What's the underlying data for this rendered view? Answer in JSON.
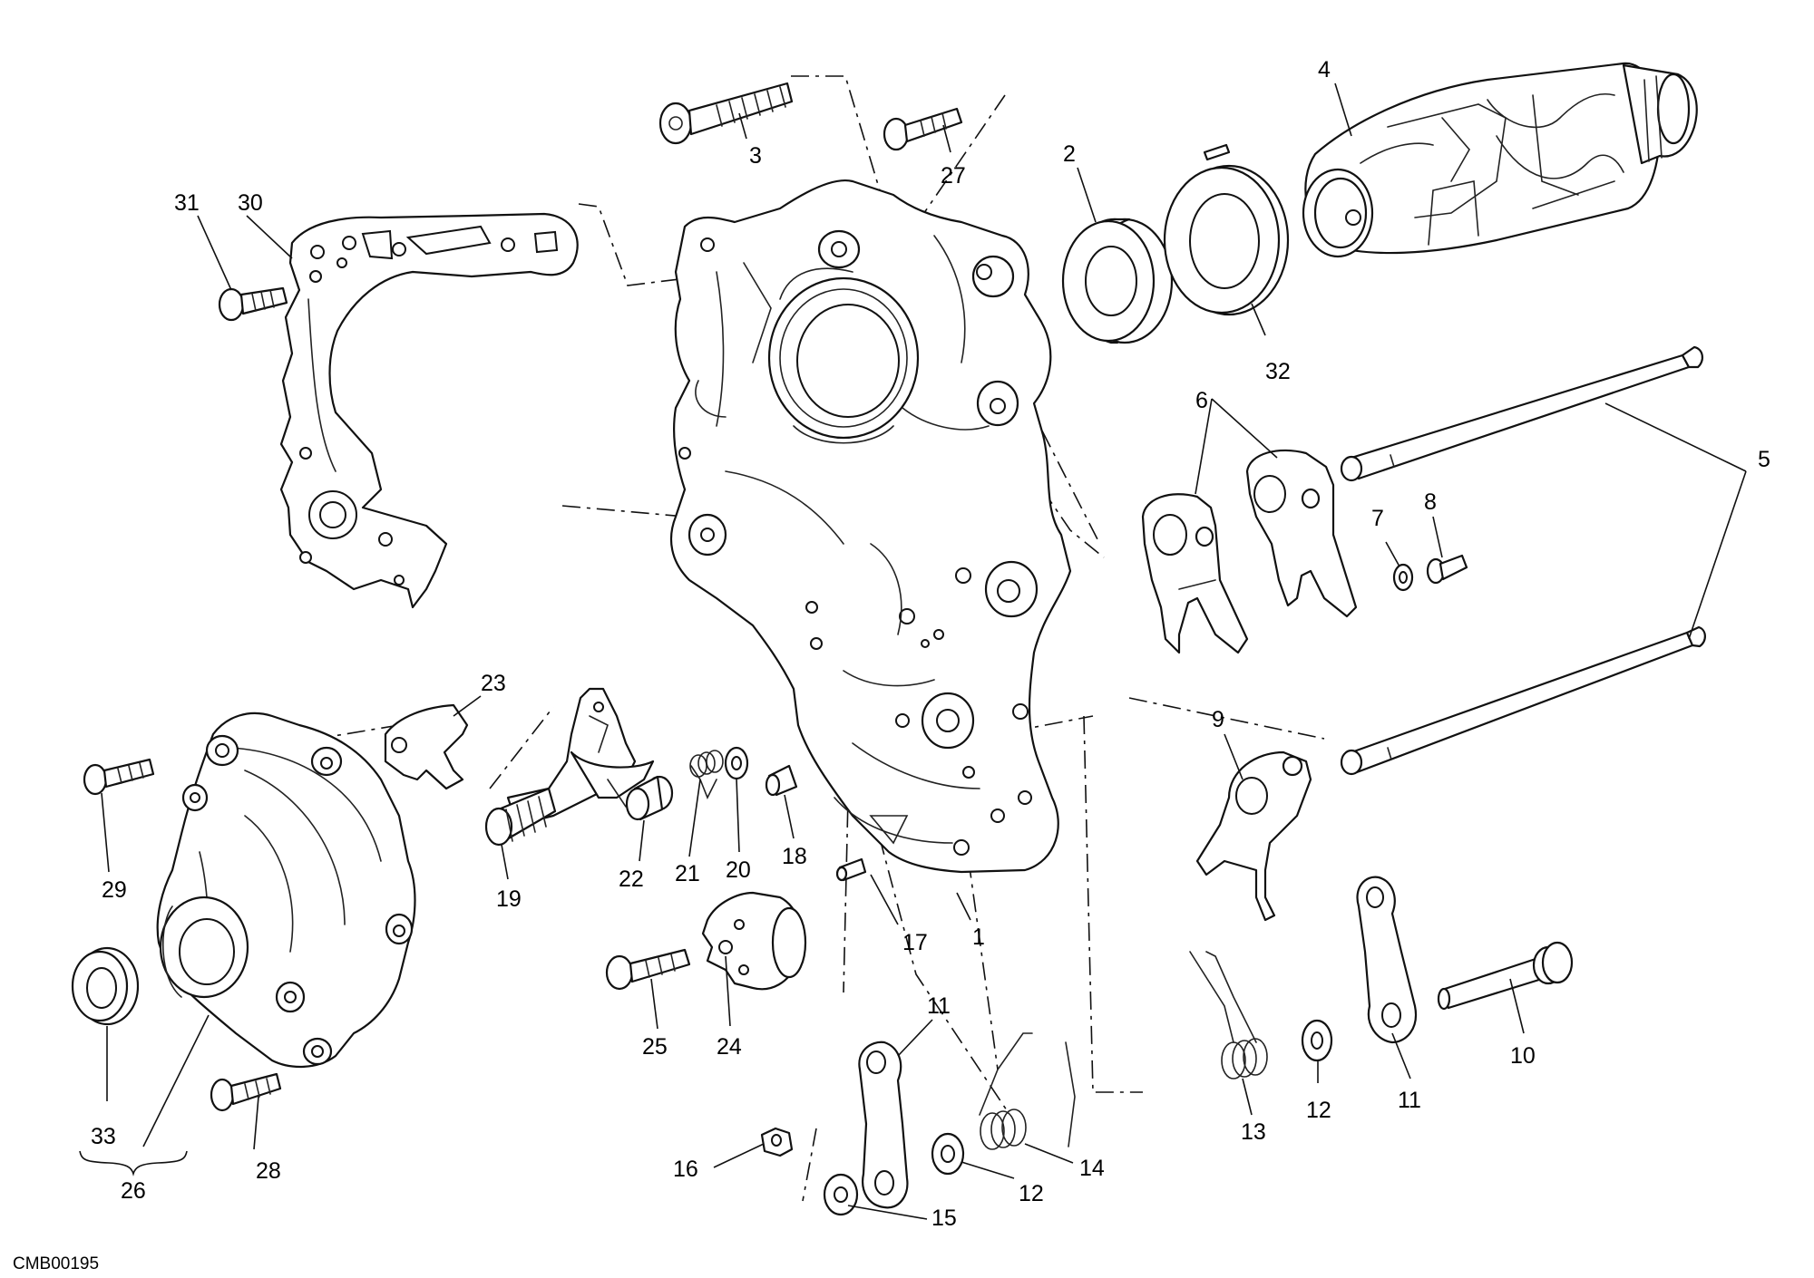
{
  "diagram_code": "CMB00195",
  "callouts": {
    "c1": "1",
    "c2": "2",
    "c3": "3",
    "c4": "4",
    "c5": "5",
    "c6": "6",
    "c7": "7",
    "c8": "8",
    "c9": "9",
    "c10": "10",
    "c11a": "11",
    "c11b": "11",
    "c12a": "12",
    "c12b": "12",
    "c13": "13",
    "c14": "14",
    "c15": "15",
    "c16": "16",
    "c17": "17",
    "c18": "18",
    "c19": "19",
    "c20": "20",
    "c21": "21",
    "c22": "22",
    "c23": "23",
    "c24": "24",
    "c25": "25",
    "c26": "26",
    "c27": "27",
    "c28": "28",
    "c29": "29",
    "c30": "30",
    "c31": "31",
    "c32": "32",
    "c33": "33"
  }
}
